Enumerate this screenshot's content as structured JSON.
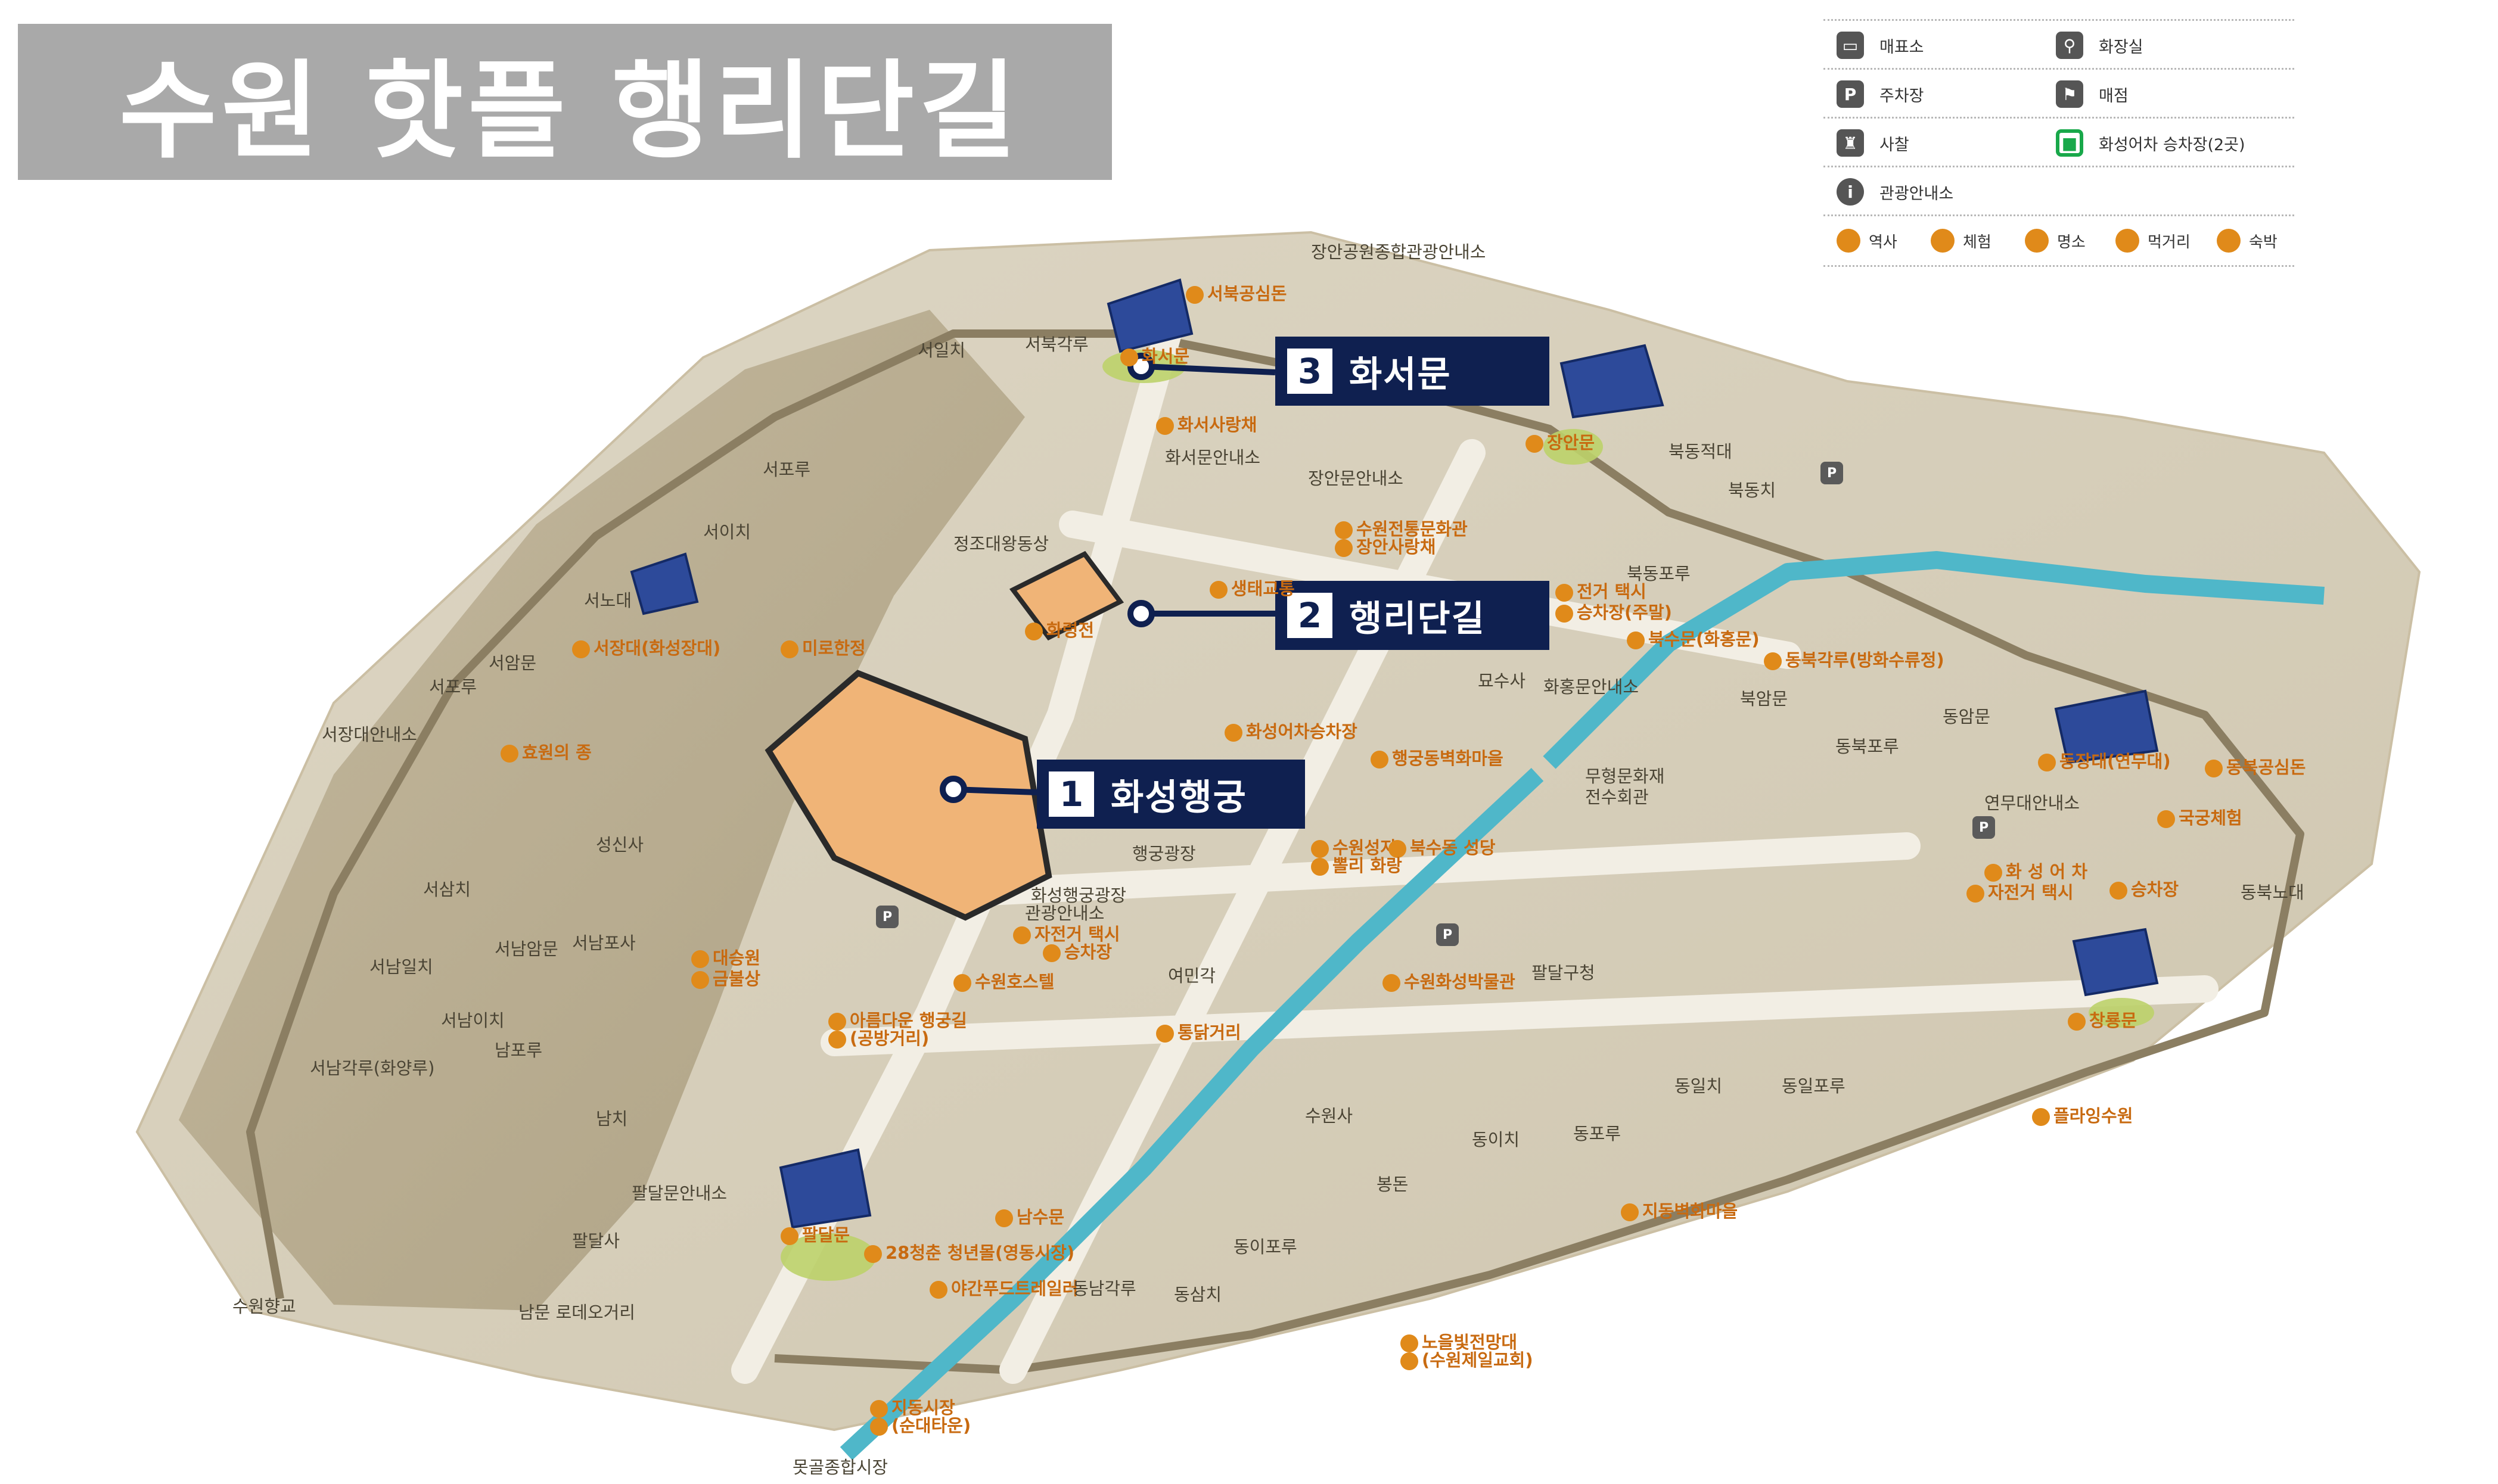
{
  "title": "수원 핫플 행리단길",
  "legend": [
    {
      "icon": "ticket-office-icon",
      "label": "매표소"
    },
    {
      "icon": "restroom-icon",
      "label": "화장실"
    },
    {
      "icon": "parking-icon",
      "glyph": "P",
      "label": "주차장"
    },
    {
      "icon": "store-icon",
      "label": "매점"
    },
    {
      "icon": "temple-icon",
      "label": "사찰"
    },
    {
      "icon": "tram-stop-icon",
      "label": "화성어차 승차장(2곳)"
    },
    {
      "icon": "info-icon",
      "glyph": "i",
      "label": "관광안내소"
    },
    {
      "icon": "history-pin-icon",
      "label": "역사"
    },
    {
      "icon": "experience-pin-icon",
      "label": "체험"
    },
    {
      "icon": "landmark-pin-icon",
      "label": "명소"
    },
    {
      "icon": "food-pin-icon",
      "label": "먹거리"
    },
    {
      "icon": "lodging-pin-icon",
      "label": "숙박"
    }
  ],
  "callouts": [
    {
      "num": "1",
      "label": "화성행궁"
    },
    {
      "num": "2",
      "label": "행리단길"
    },
    {
      "num": "3",
      "label": "화서문"
    }
  ],
  "places": [
    {
      "name": "장안공원종합관광안내소",
      "style": "plain"
    },
    {
      "name": "서북공심돈",
      "style": "orange"
    },
    {
      "name": "서북각루",
      "style": "plain"
    },
    {
      "name": "서일치",
      "style": "plain"
    },
    {
      "name": "화서문",
      "style": "orange"
    },
    {
      "name": "화서사랑채",
      "style": "orange"
    },
    {
      "name": "화서문안내소",
      "style": "plain"
    },
    {
      "name": "장안문",
      "style": "orange"
    },
    {
      "name": "북동적대",
      "style": "plain"
    },
    {
      "name": "북동치",
      "style": "plain"
    },
    {
      "name": "장안문안내소",
      "style": "plain"
    },
    {
      "name": "수원전통문화관",
      "style": "orange"
    },
    {
      "name": "장안사랑채",
      "style": "orange"
    },
    {
      "name": "서포루",
      "style": "plain"
    },
    {
      "name": "서이치",
      "style": "plain"
    },
    {
      "name": "정조대왕동상",
      "style": "plain"
    },
    {
      "name": "생태교통",
      "style": "orange"
    },
    {
      "name": "북동포루",
      "style": "plain"
    },
    {
      "name": "전거 택시",
      "style": "orange"
    },
    {
      "name": "승차장(주말)",
      "style": "orange"
    },
    {
      "name": "서노대",
      "style": "plain"
    },
    {
      "name": "서장대(화성장대)",
      "style": "orange"
    },
    {
      "name": "미로한정",
      "style": "orange"
    },
    {
      "name": "화령전",
      "style": "orange"
    },
    {
      "name": "북수문(화홍문)",
      "style": "orange"
    },
    {
      "name": "동북각루(방화수류정)",
      "style": "orange"
    },
    {
      "name": "서암문",
      "style": "plain"
    },
    {
      "name": "서포루",
      "style": "plain"
    },
    {
      "name": "묘수사",
      "style": "plain"
    },
    {
      "name": "화홍문안내소",
      "style": "plain"
    },
    {
      "name": "북암문",
      "style": "plain"
    },
    {
      "name": "동암문",
      "style": "plain"
    },
    {
      "name": "서장대안내소",
      "style": "plain"
    },
    {
      "name": "효원의 종",
      "style": "orange"
    },
    {
      "name": "화성어차승차장",
      "style": "orange"
    },
    {
      "name": "행궁동벽화마을",
      "style": "orange"
    },
    {
      "name": "동북포루",
      "style": "plain"
    },
    {
      "name": "동장대(연무대)",
      "style": "orange"
    },
    {
      "name": "동북공심돈",
      "style": "orange"
    },
    {
      "name": "무형문화재",
      "style": "plain"
    },
    {
      "name": "전수회관",
      "style": "plain"
    },
    {
      "name": "연무대안내소",
      "style": "plain"
    },
    {
      "name": "국궁체험",
      "style": "orange"
    },
    {
      "name": "성신사",
      "style": "plain"
    },
    {
      "name": "행궁광장",
      "style": "plain"
    },
    {
      "name": "수원성지",
      "style": "orange"
    },
    {
      "name": "북수동 성당",
      "style": "orange"
    },
    {
      "name": "뽈리 화랑",
      "style": "orange"
    },
    {
      "name": "화 성 어 차",
      "style": "orange"
    },
    {
      "name": "자전거 택시",
      "style": "orange"
    },
    {
      "name": "승차장",
      "style": "orange"
    },
    {
      "name": "서삼치",
      "style": "plain"
    },
    {
      "name": "서남암문",
      "style": "plain"
    },
    {
      "name": "서남포사",
      "style": "plain"
    },
    {
      "name": "화성행궁광장",
      "style": "plain"
    },
    {
      "name": "관광안내소",
      "style": "plain"
    },
    {
      "name": "동북노대",
      "style": "plain"
    },
    {
      "name": "자전거 택시",
      "style": "orange"
    },
    {
      "name": "승차장",
      "style": "orange"
    },
    {
      "name": "서남일치",
      "style": "plain"
    },
    {
      "name": "대승원",
      "style": "orange"
    },
    {
      "name": "금불상",
      "style": "orange"
    },
    {
      "name": "여민각",
      "style": "plain"
    },
    {
      "name": "수원화성박물관",
      "style": "orange"
    },
    {
      "name": "팔달구청",
      "style": "plain"
    },
    {
      "name": "수원호스텔",
      "style": "orange"
    },
    {
      "name": "서남이치",
      "style": "plain"
    },
    {
      "name": "아름다운 행궁길",
      "style": "orange"
    },
    {
      "name": "(공방거리)",
      "style": "orange"
    },
    {
      "name": "통닭거리",
      "style": "orange"
    },
    {
      "name": "창룡문",
      "style": "orange"
    },
    {
      "name": "남포루",
      "style": "plain"
    },
    {
      "name": "서남각루(화양루)",
      "style": "plain"
    },
    {
      "name": "동일치",
      "style": "plain"
    },
    {
      "name": "동일포루",
      "style": "plain"
    },
    {
      "name": "남치",
      "style": "plain"
    },
    {
      "name": "수원사",
      "style": "plain"
    },
    {
      "name": "플라잉수원",
      "style": "orange"
    },
    {
      "name": "동포루",
      "style": "plain"
    },
    {
      "name": "동이치",
      "style": "plain"
    },
    {
      "name": "팔달문안내소",
      "style": "plain"
    },
    {
      "name": "봉돈",
      "style": "plain"
    },
    {
      "name": "남수문",
      "style": "orange"
    },
    {
      "name": "지동벽화마을",
      "style": "orange"
    },
    {
      "name": "팔달사",
      "style": "plain"
    },
    {
      "name": "팔달문",
      "style": "orange"
    },
    {
      "name": "28청춘 청년몰(영동시장)",
      "style": "orange"
    },
    {
      "name": "동이포루",
      "style": "plain"
    },
    {
      "name": "야간푸드트레일러",
      "style": "orange"
    },
    {
      "name": "동남각루",
      "style": "plain"
    },
    {
      "name": "동삼치",
      "style": "plain"
    },
    {
      "name": "수원향교",
      "style": "plain"
    },
    {
      "name": "남문 로데오거리",
      "style": "plain"
    },
    {
      "name": "노을빛전망대",
      "style": "orange"
    },
    {
      "name": "(수원제일교회)",
      "style": "orange"
    },
    {
      "name": "지동시장",
      "style": "orange"
    },
    {
      "name": "(순대타운)",
      "style": "orange"
    },
    {
      "name": "못골종합시장",
      "style": "plain"
    }
  ],
  "colors": {
    "title_bg": "#a9a9a9",
    "callout_bg": "#0f2050",
    "poi_orange": "#e08a1a",
    "stream": "#4fb7c9",
    "tram_green": "#18a84a"
  }
}
